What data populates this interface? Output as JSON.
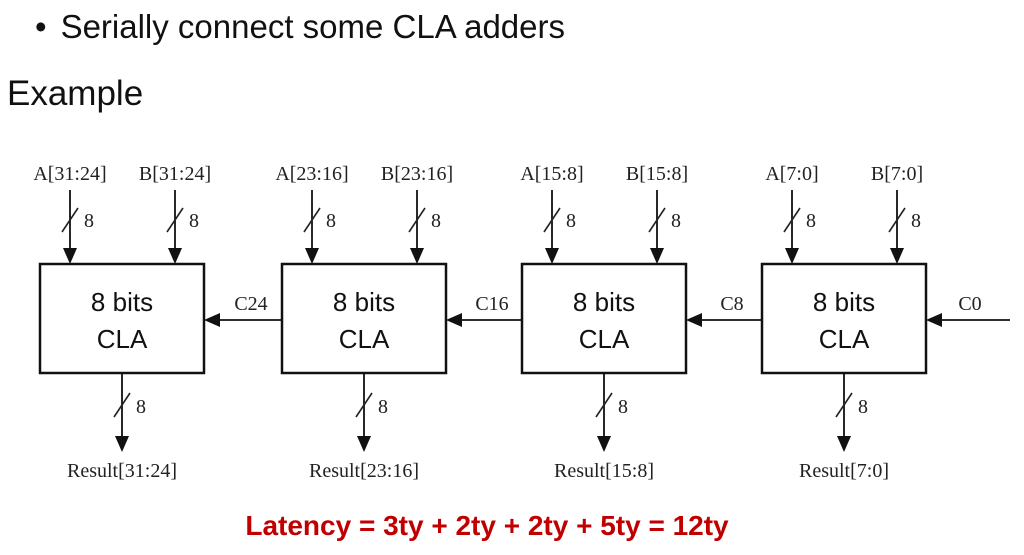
{
  "slide": {
    "bullet": "Serially connect some CLA adders",
    "bullet_symbol": "•",
    "heading": "Example",
    "latency_text": "Latency = 3ty + 2ty + 2ty + 5ty = 12ty",
    "latency_color": "#c00000"
  },
  "diagram": {
    "blocks": [
      {
        "line1": "8 bits",
        "line2": "CLA",
        "input_a": "A[31:24]",
        "input_b": "B[31:24]",
        "input_width_a": "8",
        "input_width_b": "8",
        "output": "Result[31:24]",
        "output_width": "8",
        "carry_in": "C24"
      },
      {
        "line1": "8 bits",
        "line2": "CLA",
        "input_a": "A[23:16]",
        "input_b": "B[23:16]",
        "input_width_a": "8",
        "input_width_b": "8",
        "output": "Result[23:16]",
        "output_width": "8",
        "carry_in": "C16"
      },
      {
        "line1": "8 bits",
        "line2": "CLA",
        "input_a": "A[15:8]",
        "input_b": "B[15:8]",
        "input_width_a": "8",
        "input_width_b": "8",
        "output": "Result[15:8]",
        "output_width": "8",
        "carry_in": "C8"
      },
      {
        "line1": "8 bits",
        "line2": "CLA",
        "input_a": "A[7:0]",
        "input_b": "B[7:0]",
        "input_width_a": "8",
        "input_width_b": "8",
        "output": "Result[7:0]",
        "output_width": "8",
        "carry_in": "C0"
      }
    ]
  }
}
